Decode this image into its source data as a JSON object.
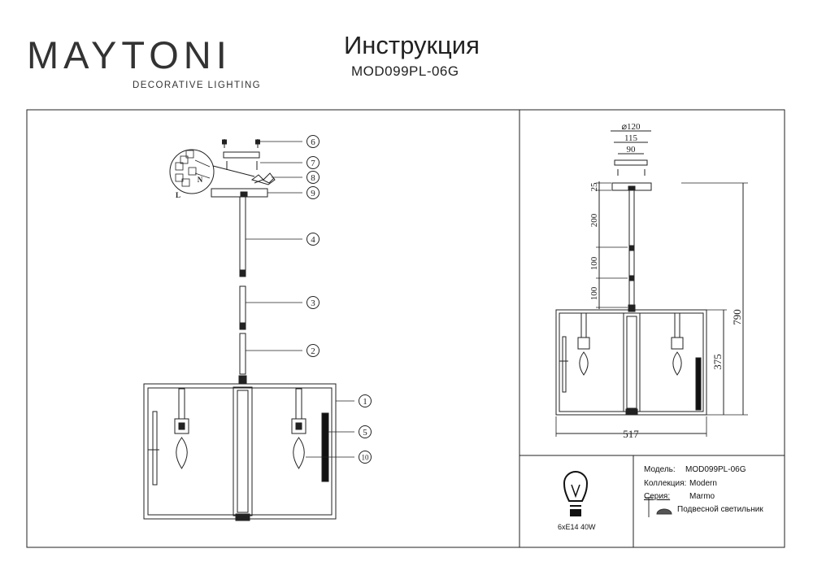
{
  "brand": {
    "logo_text": "MAYTONI",
    "tagline": "DECORATIVE LIGHTING"
  },
  "header": {
    "title": "Инструкция",
    "model": "MOD099PL-06G"
  },
  "callouts": [
    "1",
    "2",
    "3",
    "4",
    "5",
    "6",
    "7",
    "8",
    "9",
    "10"
  ],
  "wiring_letters": [
    "N",
    "L"
  ],
  "dimensions": {
    "diameter": "⌀120",
    "w115": "115",
    "w90": "90",
    "h25": "25",
    "h200": "200",
    "h100a": "100",
    "h100b": "100",
    "total_height": "790",
    "frame_height": "375",
    "width": "517"
  },
  "bulb": {
    "caption": "6xE14 40W"
  },
  "specs": {
    "model_label": "Модель:",
    "model_value": "MOD099PL-06G",
    "collection_label": "Коллекция:",
    "collection_value": "Modern",
    "series_label": "Серия:",
    "series_value": "Marmo",
    "type_value": "Подвесной светильник"
  }
}
